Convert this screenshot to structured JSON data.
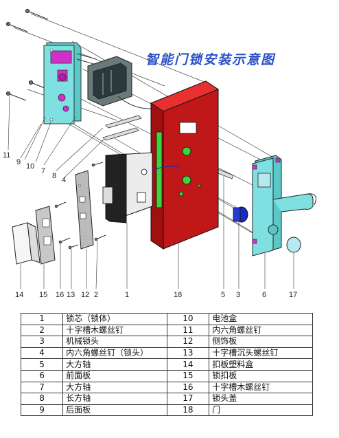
{
  "title": "智能门锁安装示意图",
  "callouts": [
    {
      "id": "11",
      "label": "11"
    },
    {
      "id": "9",
      "label": "9"
    },
    {
      "id": "10",
      "label": "10"
    },
    {
      "id": "7",
      "label": "7"
    },
    {
      "id": "8",
      "label": "8"
    },
    {
      "id": "4",
      "label": "4"
    },
    {
      "id": "14",
      "label": "14"
    },
    {
      "id": "15",
      "label": "15"
    },
    {
      "id": "16",
      "label": "16"
    },
    {
      "id": "13",
      "label": "13"
    },
    {
      "id": "12",
      "label": "12"
    },
    {
      "id": "2",
      "label": "2"
    },
    {
      "id": "1",
      "label": "1"
    },
    {
      "id": "18",
      "label": "18"
    },
    {
      "id": "5",
      "label": "5"
    },
    {
      "id": "3",
      "label": "3"
    },
    {
      "id": "6",
      "label": "6"
    },
    {
      "id": "17",
      "label": "17"
    }
  ],
  "parts": [
    {
      "left_num": "1",
      "left_name": "锁芯（锁体）",
      "right_num": "10",
      "right_name": "电池盒"
    },
    {
      "left_num": "2",
      "left_name": "十字槽木螺丝钉",
      "right_num": "11",
      "right_name": "内六角螺丝钉"
    },
    {
      "left_num": "3",
      "left_name": "机械锁头",
      "right_num": "12",
      "right_name": "侧饰板"
    },
    {
      "left_num": "4",
      "left_name": "内六角螺丝钉（锁头）",
      "right_num": "13",
      "right_name": "十字槽沉头螺丝钉"
    },
    {
      "left_num": "5",
      "left_name": "大方轴",
      "right_num": "14",
      "right_name": "扣板塑料盒"
    },
    {
      "left_num": "6",
      "left_name": "前面板",
      "right_num": "15",
      "right_name": "锁扣板"
    },
    {
      "left_num": "7",
      "left_name": "大方轴",
      "right_num": "16",
      "right_name": "十字槽木螺丝钉"
    },
    {
      "left_num": "8",
      "left_name": "长方轴",
      "right_num": "17",
      "right_name": "锁头盖"
    },
    {
      "left_num": "9",
      "left_name": "后面板",
      "right_num": "18",
      "right_name": "门"
    }
  ]
}
